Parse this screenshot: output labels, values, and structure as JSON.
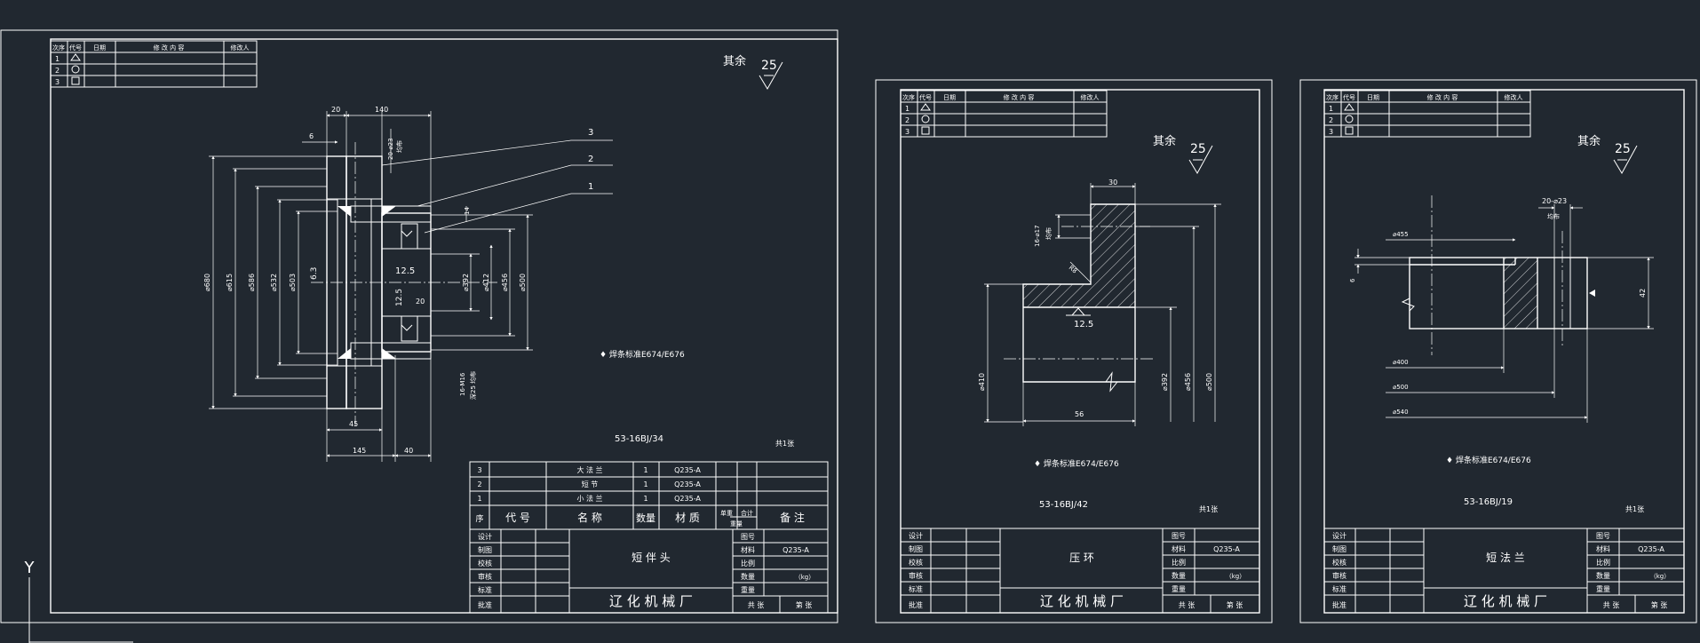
{
  "canvas": {
    "background": "#212830",
    "line_color": "#ffffff"
  },
  "ucs": {
    "y_axis_label": "Y"
  },
  "sheet1": {
    "revision_header": [
      "次序",
      "代号",
      "日期",
      "修 改 内 容",
      "修改人"
    ],
    "revision_rows": [
      "1",
      "2",
      "3"
    ],
    "surface_finish_label": "其余",
    "surface_finish_value": "25",
    "balloons": [
      "3",
      "2",
      "1"
    ],
    "dims": {
      "d680": "⌀680",
      "d615": "⌀615",
      "d586": "⌀586",
      "d532": "⌀532",
      "d503": "⌀503",
      "d392": "⌀392",
      "d412": "⌀412",
      "d456": "⌀456",
      "d500": "⌀500",
      "top20": "20",
      "top140": "140",
      "top6": "6",
      "holes": "20-⌀23",
      "holes_even": "均布",
      "d14": "14",
      "ra63": "6.3",
      "ra125a": "12.5",
      "ra125b": "12.5",
      "d20": "20",
      "thread": "16-M16",
      "thread2": "深25 均布",
      "b45": "45",
      "b145": "145",
      "b40": "40"
    },
    "weld_note": "焊条标准E674/E676",
    "drawing_no": "53-16BJ/34",
    "sheet_count": "共1张",
    "bom_rows": [
      {
        "no": "3",
        "name": "大 法 兰",
        "qty": "1",
        "material": "Q235-A"
      },
      {
        "no": "2",
        "name": "短 节",
        "qty": "1",
        "material": "Q235-A"
      },
      {
        "no": "1",
        "name": "小 法 兰",
        "qty": "1",
        "material": "Q235-A"
      }
    ],
    "bom_header": {
      "no": "序",
      "code": "代 号",
      "name": "名 称",
      "qty": "数量",
      "material": "材 质",
      "unit_wt": "单重",
      "total_wt": "合计",
      "weight": "重量",
      "remark": "备 注"
    },
    "title_left": [
      "设计",
      "制图",
      "校核",
      "审核",
      "标准",
      "批准"
    ],
    "part_name": "短 伴 头",
    "title_right": [
      "图号",
      "材料",
      "比例",
      "数量",
      "重量"
    ],
    "material_value": "Q235-A",
    "weight_unit": "（kg）",
    "company": "辽 化 机 械 厂",
    "sheet_label": "共 张",
    "page_label": "第 张"
  },
  "sheet2": {
    "revision_header": [
      "次序",
      "代号",
      "日期",
      "修 改 内 容",
      "修改人"
    ],
    "revision_rows": [
      "1",
      "2",
      "3"
    ],
    "surface_finish_label": "其余",
    "surface_finish_value": "25",
    "dims": {
      "d30": "30",
      "holes": "16-⌀17",
      "holes_even": "均布",
      "r8": "R8",
      "ra": "12.5",
      "d410": "⌀410",
      "d392": "⌀392",
      "d456": "⌀456",
      "d500": "⌀500",
      "d56": "56"
    },
    "weld_note": "焊条标准E674/E676",
    "drawing_no": "53-16BJ/42",
    "sheet_count": "共1张",
    "title_left": [
      "设计",
      "制图",
      "校核",
      "审核",
      "标准",
      "批准"
    ],
    "part_name": "压 环",
    "title_right": [
      "图号",
      "材料",
      "比例",
      "数量",
      "重量"
    ],
    "material_value": "Q235-A",
    "weight_unit": "（kg）",
    "company": "辽 化 机 械 厂",
    "sheet_label": "共 张",
    "page_label": "第 张"
  },
  "sheet3": {
    "revision_header": [
      "次序",
      "代号",
      "日期",
      "修 改 内 容",
      "修改人"
    ],
    "revision_rows": [
      "1",
      "2",
      "3"
    ],
    "surface_finish_label": "其余",
    "surface_finish_value": "25",
    "dims": {
      "holes": "20-⌀23",
      "holes_even": "均布",
      "d455": "⌀455",
      "d6": "6",
      "d42": "42",
      "d400": "⌀400",
      "d500": "⌀500",
      "d540": "⌀540"
    },
    "weld_note": "焊条标准E674/E676",
    "drawing_no": "53-16BJ/19",
    "sheet_count": "共1张",
    "title_left": [
      "设计",
      "制图",
      "校核",
      "审核",
      "标准",
      "批准"
    ],
    "part_name": "短 法 兰",
    "title_right": [
      "图号",
      "材料",
      "比例",
      "数量",
      "重量"
    ],
    "material_value": "Q235-A",
    "weight_unit": "（kg）",
    "company": "辽 化 机 械 厂",
    "sheet_label": "共 张",
    "page_label": "第 张"
  }
}
